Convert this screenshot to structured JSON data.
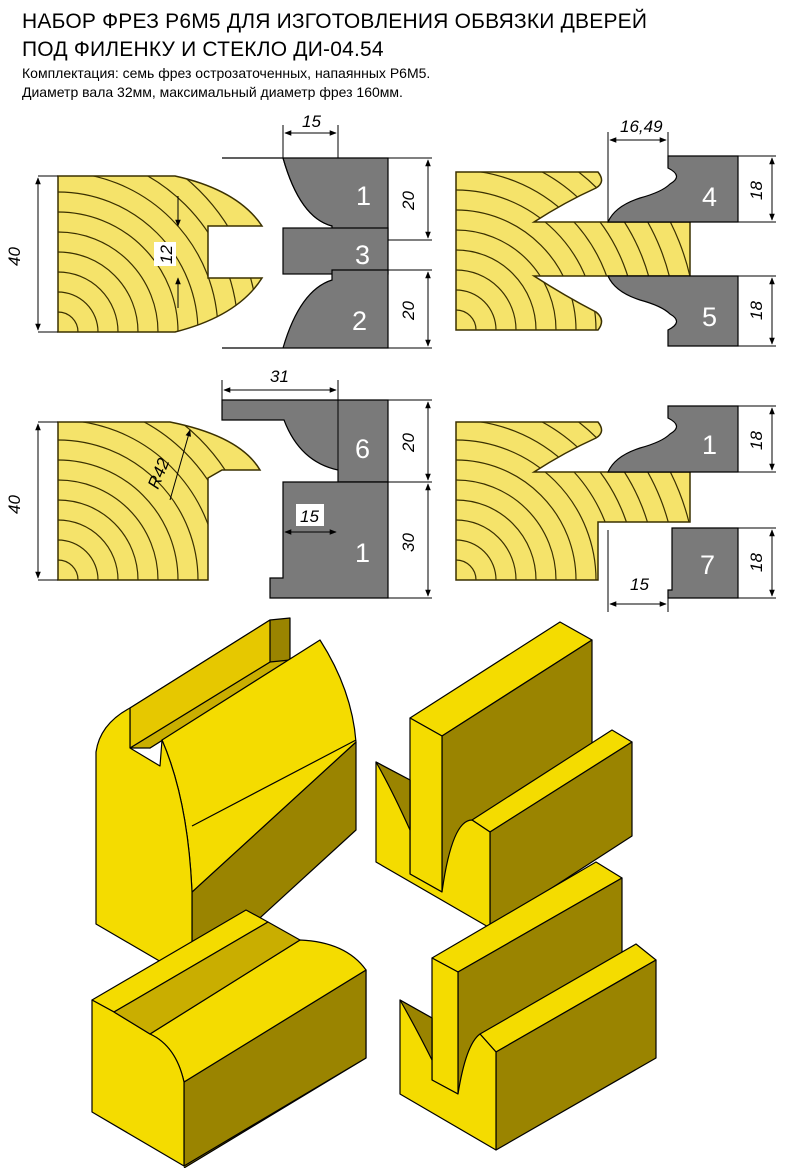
{
  "header": {
    "title_line1": "НАБОР ФРЕЗ Р6М5 ДЛЯ ИЗГОТОВЛЕНИЯ ОБВЯЗКИ ДВЕРЕЙ",
    "title_line2": "ПОД ФИЛЕНКУ И СТЕКЛО ДИ-04.54",
    "subtitle_line1": "Комплектация: семь фрез острозаточенных, напаянных Р6М5.",
    "subtitle_line2": "Диаметр вала 32мм, максимальный диаметр фрез 160мм."
  },
  "colors": {
    "wood": "#f5e36a",
    "wood_line": "#3a3000",
    "cutter": "#7a7a7a",
    "iso_light": "#f4dc00",
    "iso_mid": "#e6c800",
    "iso_dark": "#9a8400"
  },
  "profiles": {
    "top_left": {
      "height_dim": "40",
      "slot_dim": "12",
      "width_dim": "15",
      "cutters": [
        {
          "number": "1",
          "dim": "20"
        },
        {
          "number": "3"
        },
        {
          "number": "2",
          "dim": "20"
        }
      ]
    },
    "top_right": {
      "width_dim": "16,49",
      "cutters": [
        {
          "number": "4",
          "dim": "18"
        },
        {
          "number": "5",
          "dim": "18"
        }
      ]
    },
    "bottom_left": {
      "height_dim": "40",
      "radius_dim": "R42",
      "width_dim": "31",
      "inner_dim": "15",
      "cutters": [
        {
          "number": "6",
          "dim": "20"
        },
        {
          "number": "1",
          "dim": "30"
        }
      ]
    },
    "bottom_right": {
      "width_dim": "15",
      "cutters": [
        {
          "number": "1",
          "dim": "18"
        },
        {
          "number": "7",
          "dim": "18"
        }
      ]
    }
  }
}
